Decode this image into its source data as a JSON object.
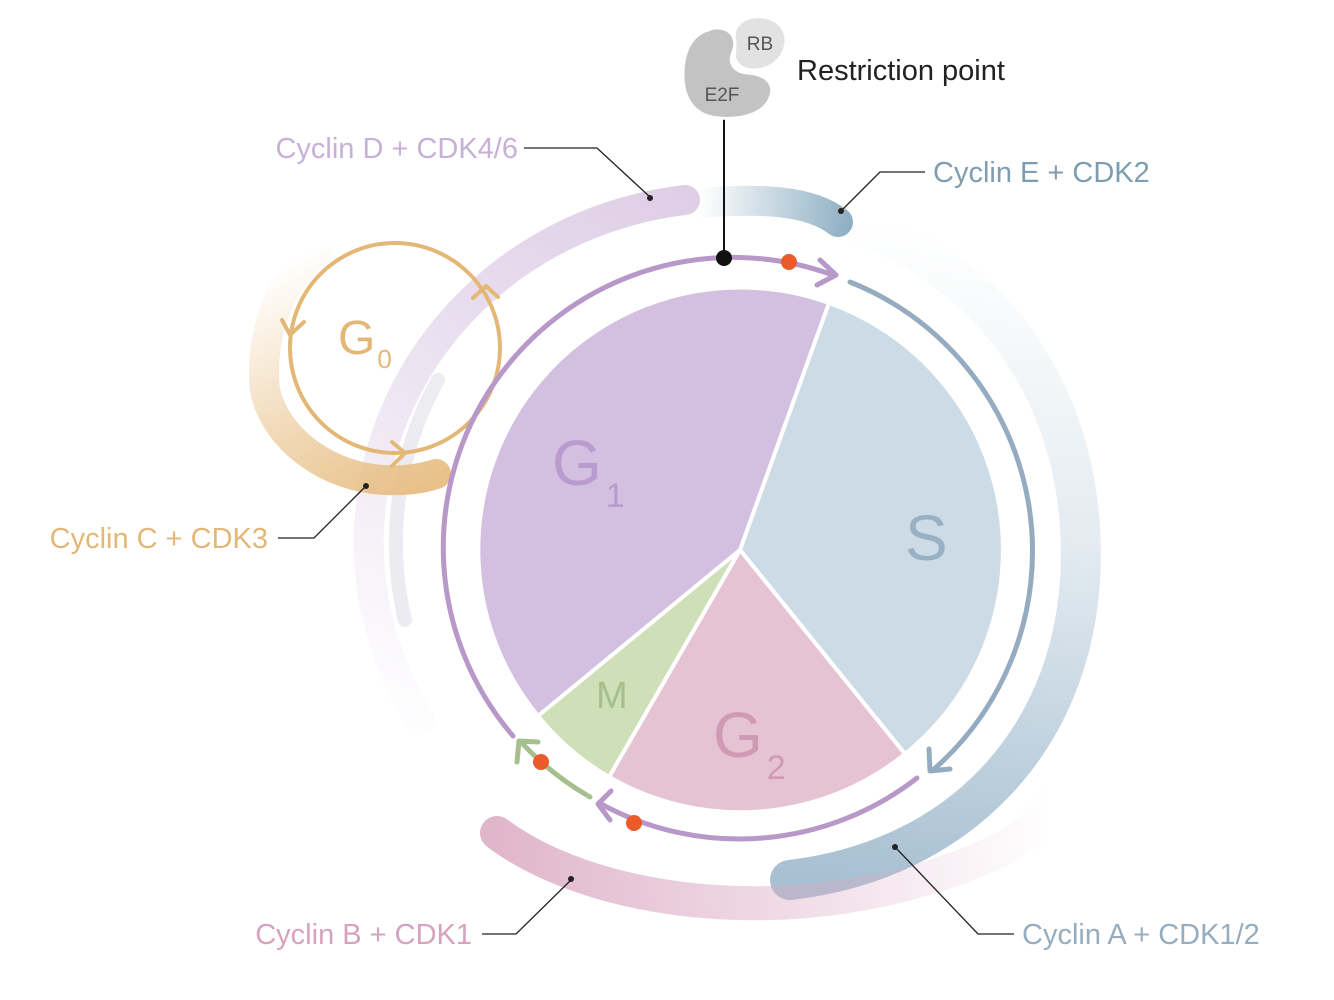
{
  "colors": {
    "g1": "#d3bfe0",
    "s": "#cddbe6",
    "g2": "#e6c3d3",
    "m": "#cfdfb8",
    "g0": "#e3b877",
    "cyclin_d": "#c9aed6",
    "cyclin_e": "#8fafc3",
    "cyclin_a": "#a2bccf",
    "cyclin_b": "#dba9c2",
    "cyclin_c": "#e8c088",
    "inner_ring": "#b798c9",
    "s_arrow": "#95acc0",
    "m_arrow": "#a6c08d",
    "checkpoint_dot": "#ea5a2b",
    "restriction_dot": "#111111"
  },
  "phases": {
    "g1": {
      "main": "G",
      "sub": "1"
    },
    "s": {
      "main": "S"
    },
    "g2": {
      "main": "G",
      "sub": "2"
    },
    "m": {
      "main": "M"
    },
    "g0": {
      "main": "G",
      "sub": "0"
    }
  },
  "restriction": {
    "label": "Restriction point",
    "protein_top": "RB",
    "protein_bottom": "E2F"
  },
  "complexes": {
    "cyclin_d": "Cyclin D + CDK4/6",
    "cyclin_e": "Cyclin E + CDK2",
    "cyclin_c": "Cyclin C + CDK3",
    "cyclin_b": "Cyclin B + CDK1",
    "cyclin_a": "Cyclin A + CDK1/2"
  }
}
